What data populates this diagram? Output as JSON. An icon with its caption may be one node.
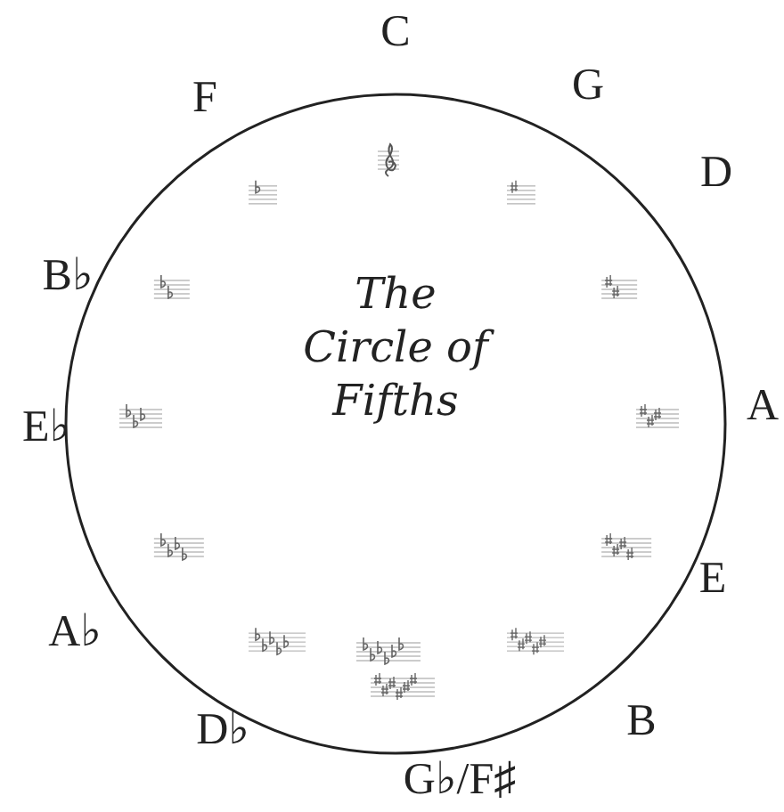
{
  "diagram": {
    "title": "The Circle of Fifths",
    "labels": [
      "C",
      "G",
      "D",
      "A",
      "E",
      "B",
      "G♭/F♯",
      "D♭",
      "A♭",
      "E♭",
      "B♭",
      "F"
    ]
  }
}
